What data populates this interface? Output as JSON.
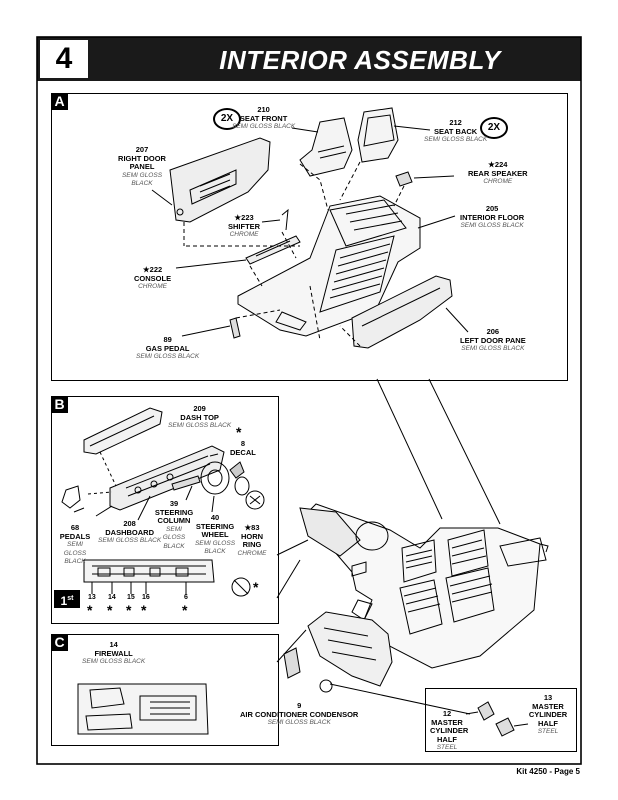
{
  "header": {
    "step": "4",
    "title": "INTERIOR ASSEMBLY"
  },
  "panel_a": {
    "tag": "A",
    "badge_front": "2X",
    "badge_back": "2X",
    "parts": [
      {
        "number": "210",
        "name": "SEAT FRONT",
        "finish": "SEMI GLOSS BLACK"
      },
      {
        "number": "212",
        "name": "SEAT BACK",
        "finish": "SEMI GLOSS BLACK"
      },
      {
        "number": "207",
        "name": "RIGHT DOOR PANEL",
        "finish": "SEMI GLOSS BLACK"
      },
      {
        "number": "★224",
        "name": "REAR SPEAKER",
        "finish": "CHROME"
      },
      {
        "number": "★223",
        "name": "SHIFTER",
        "finish": "CHROME"
      },
      {
        "number": "205",
        "name": "INTERIOR FLOOR",
        "finish": "SEMI GLOSS BLACK"
      },
      {
        "number": "★222",
        "name": "CONSOLE",
        "finish": "CHROME"
      },
      {
        "number": "89",
        "name": "GAS PEDAL",
        "finish": "SEMI GLOSS BLACK"
      },
      {
        "number": "206",
        "name": "LEFT DOOR PANE",
        "finish": "SEMI GLOSS BLACK"
      }
    ]
  },
  "panel_b": {
    "tag": "B",
    "parts": [
      {
        "number": "209",
        "name": "DASH TOP",
        "finish": "SEMI GLOSS BLACK"
      },
      {
        "number": "8",
        "name": "DECAL",
        "finish": ""
      },
      {
        "number": "68",
        "name": "PEDALS",
        "finish": "SEMI GLOSS BLACK"
      },
      {
        "number": "208",
        "name": "DASHBOARD",
        "finish": "SEMI GLOSS BLACK"
      },
      {
        "number": "39",
        "name": "STEERING COLUMN",
        "finish": "SEMI GLOSS BLACK"
      },
      {
        "number": "40",
        "name": "STEERING WHEEL",
        "finish": "SEMI GLOSS BLACK"
      },
      {
        "number": "★83",
        "name": "HORN RING",
        "finish": "CHROME"
      }
    ],
    "first_label": "1",
    "first_sup": "st",
    "callouts": [
      "13",
      "14",
      "15",
      "16",
      "6"
    ],
    "star": "*"
  },
  "panel_c": {
    "tag": "C",
    "parts": [
      {
        "number": "14",
        "name": "FIREWALL",
        "finish": "SEMI GLOSS BLACK"
      },
      {
        "number": "9",
        "name": "AIR CONDITIONER CONDENSOR",
        "finish": "SEMI GLOSS BLACK"
      },
      {
        "number": "12",
        "name": "MASTER CYLINDER HALF",
        "finish": "STEEL"
      },
      {
        "number": "13",
        "name": "MASTER CYLINDER HALF",
        "finish": "STEEL"
      }
    ]
  },
  "footer": "Kit 4250 - Page 5"
}
